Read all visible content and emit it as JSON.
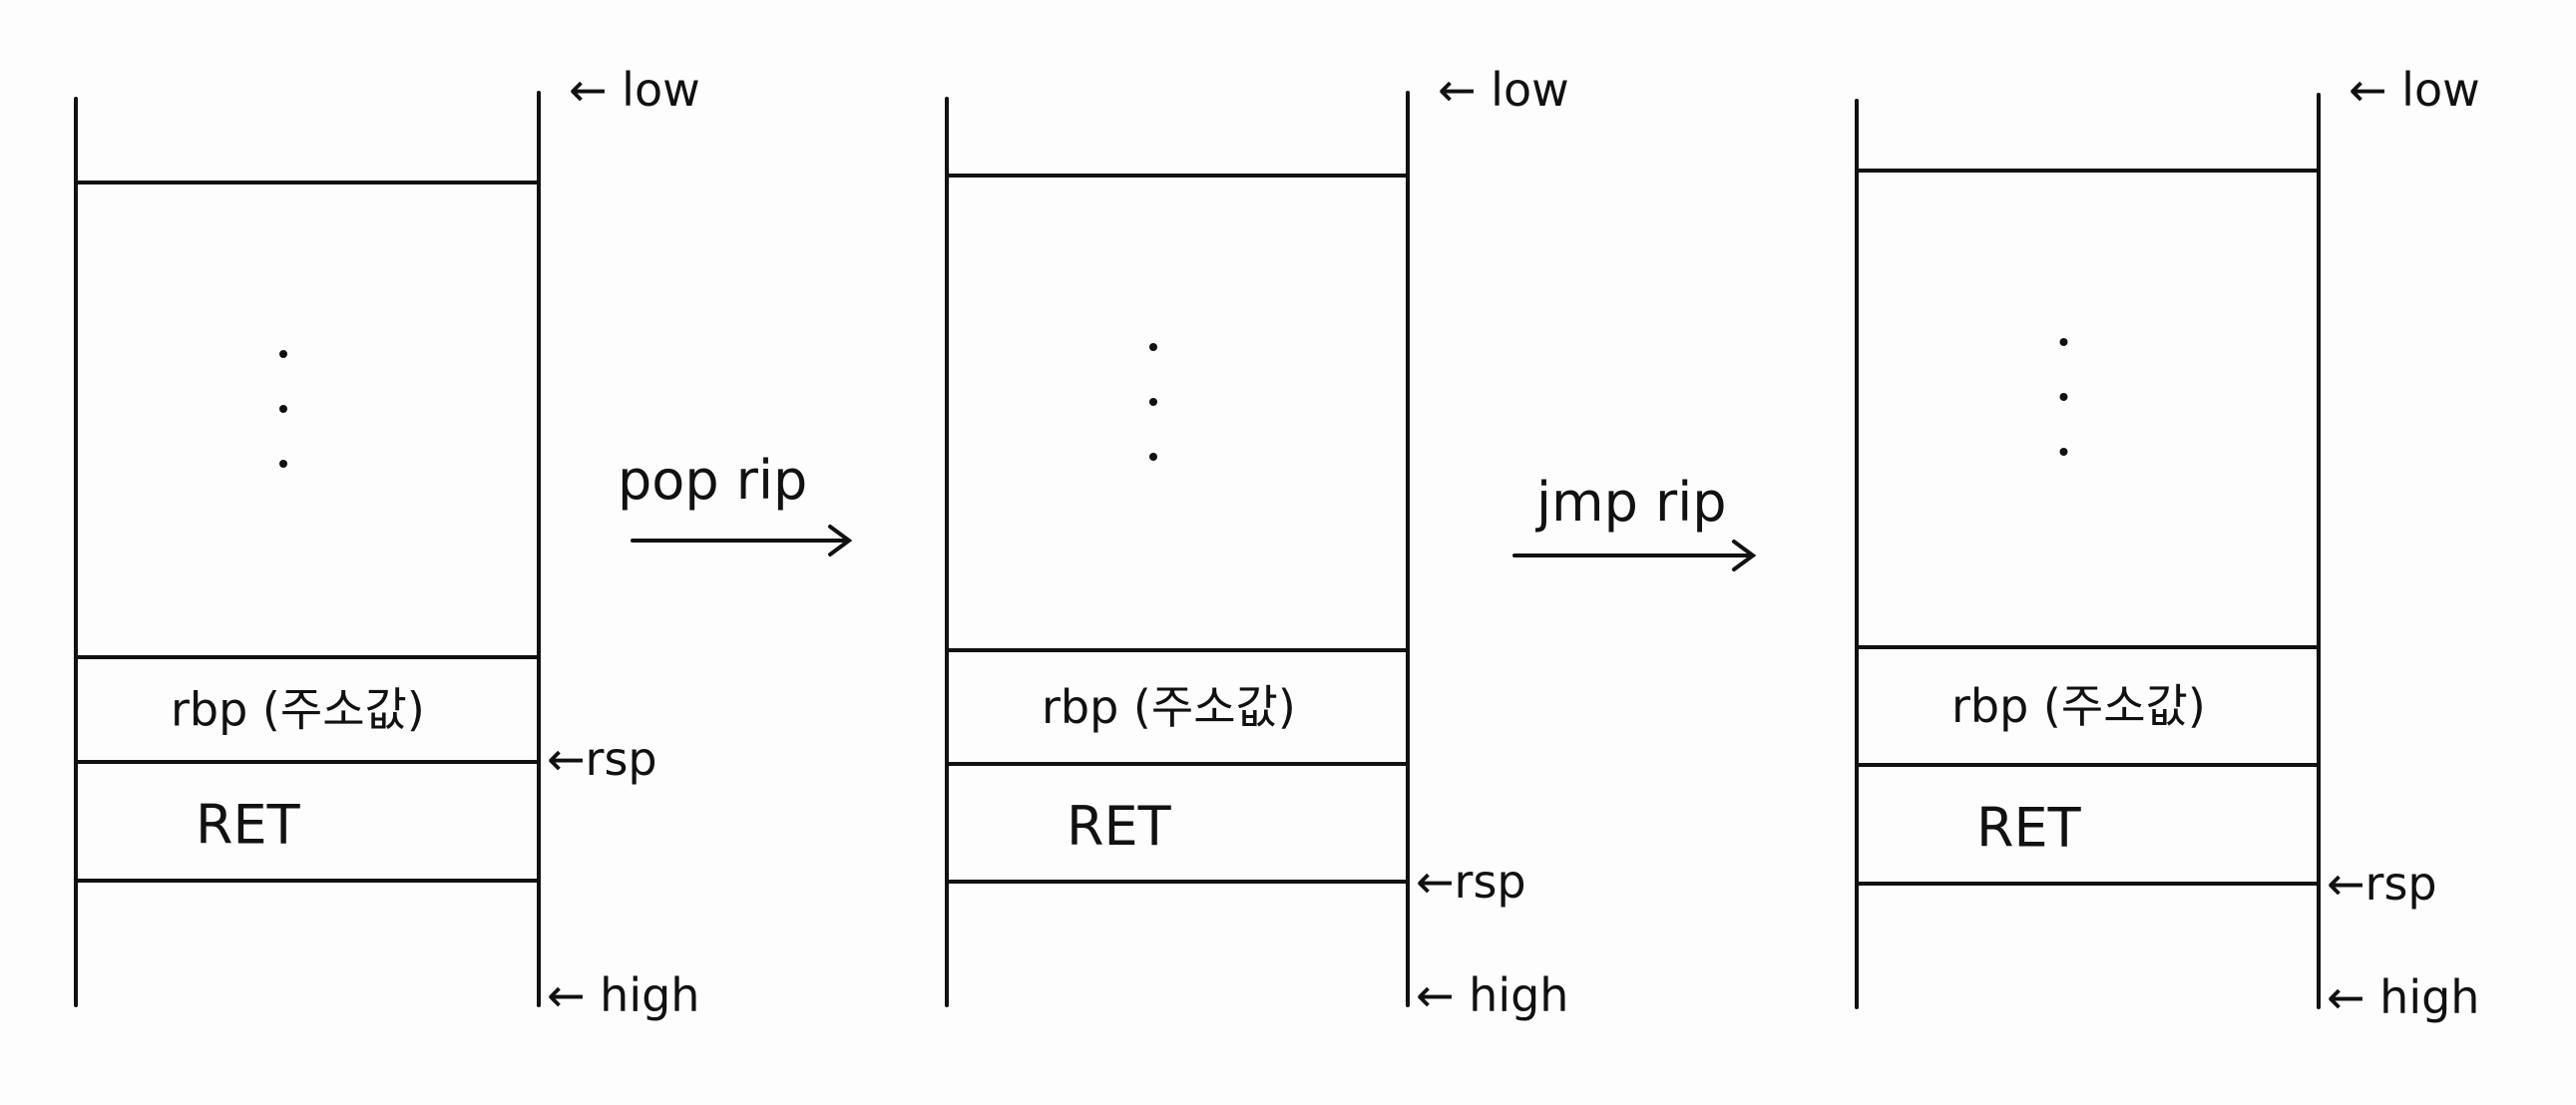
{
  "stacks": [
    {
      "low": "← low",
      "high": "← high",
      "rbp": "rbp (주소값)",
      "ret": "RET",
      "rsp": "←rsp"
    },
    {
      "low": "← low",
      "high": "← high",
      "rbp": "rbp (주소값)",
      "ret": "RET",
      "rsp": "←rsp"
    },
    {
      "low": "← low",
      "high": "← high",
      "rbp": "rbp (주소값)",
      "ret": "RET",
      "rsp": "←rsp"
    }
  ],
  "transitions": [
    {
      "label": "pop rip"
    },
    {
      "label": "jmp rip"
    }
  ]
}
